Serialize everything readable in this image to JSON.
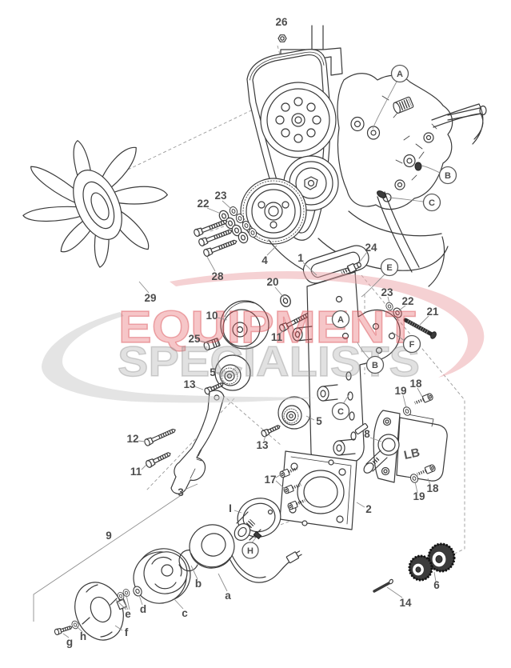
{
  "watermark": {
    "line1": "EQUIPMENT",
    "line2": "SPECIALISTS"
  },
  "pump_marking": "LB",
  "numbers": {
    "1": "1",
    "2": "2",
    "3": "3",
    "4": "4",
    "5": "5",
    "6": "6",
    "8": "8",
    "9": "9",
    "10": "10",
    "11": "11",
    "12": "12",
    "13": "13",
    "14": "14",
    "17": "17",
    "18": "18",
    "19": "19",
    "20": "20",
    "21": "21",
    "22": "22",
    "23": "23",
    "24": "24",
    "25": "25",
    "26": "26",
    "28": "28",
    "29": "29"
  },
  "letters": {
    "A": "A",
    "B": "B",
    "C": "C",
    "E": "E",
    "F": "F",
    "H": "H",
    "I": "I",
    "a": "a",
    "b": "b",
    "c": "c",
    "d": "d",
    "e": "e",
    "f": "f",
    "g": "g",
    "h": "h"
  },
  "colors": {
    "line": "#3a3a3a",
    "label": "#4d4d4d",
    "wm_red": "#e4575e",
    "wm_gray": "#9a9a9a"
  }
}
